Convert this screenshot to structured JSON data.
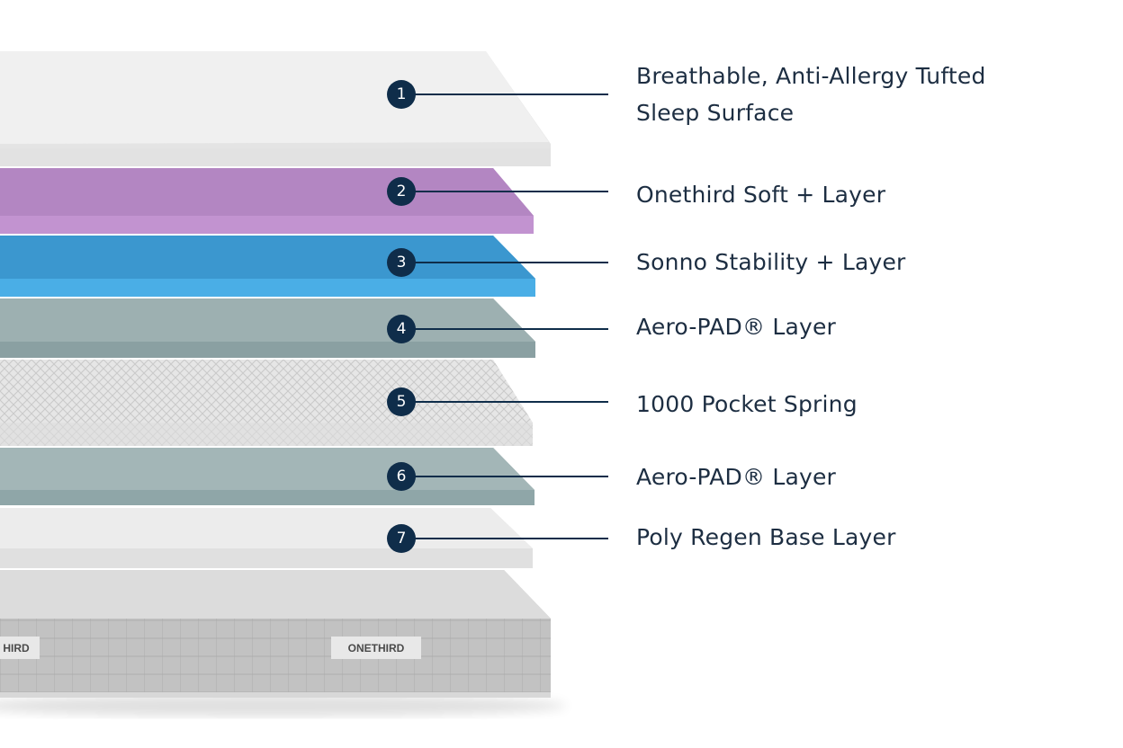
{
  "colors": {
    "callout": "#0f2d4a",
    "label_text": "#1d2e42",
    "surface": "#ececec",
    "soft_layer": "#b88ac8",
    "stability_layer": "#3fa2dc",
    "aero_pad": "#8fa4a6",
    "spring": "#e4e4e4",
    "base_layer": "#e6e6e6",
    "mattress_body": "#bdbdbd"
  },
  "layers": [
    {
      "number": "1",
      "label": "Breathable, Anti-Allergy Tufted Sleep Surface"
    },
    {
      "number": "2",
      "label": "Onethird Soft + Layer"
    },
    {
      "number": "3",
      "label": "Sonno Stability + Layer"
    },
    {
      "number": "4",
      "label": "Aero-PAD® Layer"
    },
    {
      "number": "5",
      "label": "1000 Pocket Spring"
    },
    {
      "number": "6",
      "label": "Aero-PAD® Layer"
    },
    {
      "number": "7",
      "label": "Poly Regen Base Layer"
    }
  ],
  "brand_tags": [
    "ONETHIRD",
    "HIRD"
  ]
}
